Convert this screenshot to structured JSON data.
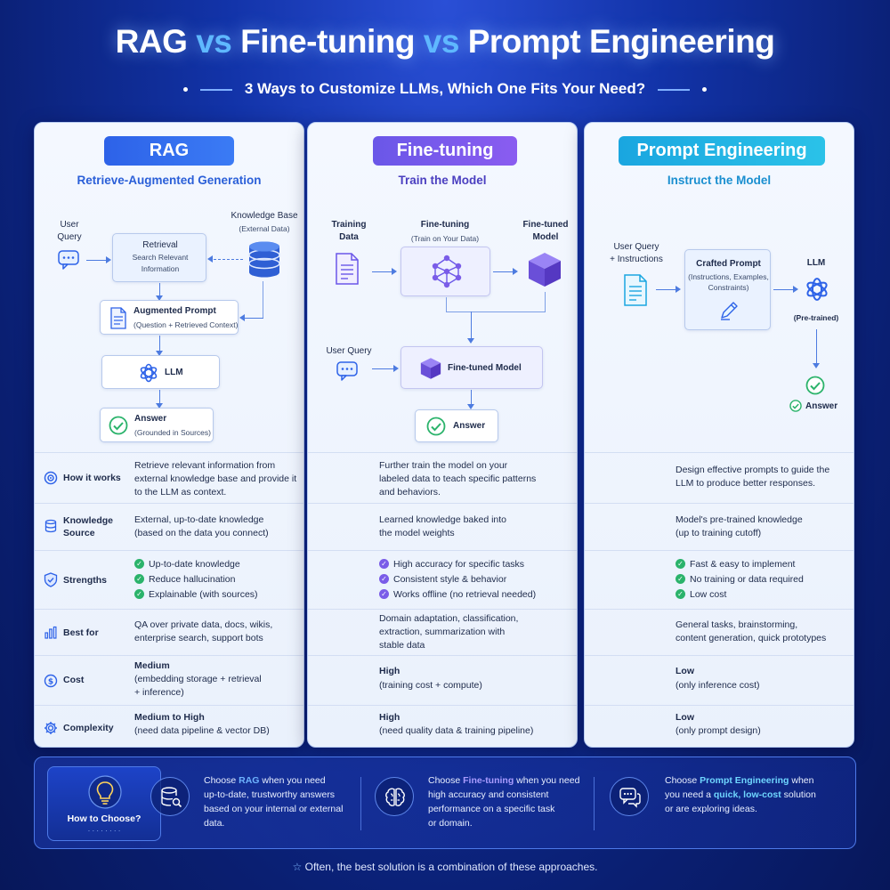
{
  "header": {
    "title_part1": "RAG",
    "title_vs1": "vs",
    "title_part2": "Fine-tuning",
    "title_vs2": "vs",
    "title_part3": "Prompt Engineering",
    "subtitle": "3 Ways to Customize LLMs, Which One Fits Your Need?"
  },
  "rag": {
    "pill": "RAG",
    "subtitle": "Retrieve-Augmented Generation",
    "user_query": "User\nQuery",
    "kb_title": "Knowledge Base",
    "kb_sub": "(External Data)",
    "retrieval_title": "Retrieval",
    "retrieval_sub": "Search Relevant\nInformation",
    "aug_title": "Augmented Prompt",
    "aug_sub": "(Question + Retrieved Context)",
    "llm": "LLM",
    "answer_title": "Answer",
    "answer_sub": "(Grounded in Sources)"
  },
  "ft": {
    "pill": "Fine-tuning",
    "subtitle": "Train the Model",
    "training_data": "Training\nData",
    "ft_title": "Fine-tuning",
    "ft_sub": "(Train on Your Data)",
    "ftm_label": "Fine-tuned\nModel",
    "user_query": "User Query",
    "ft_model_box": "Fine-tuned Model",
    "answer": "Answer"
  },
  "pe": {
    "pill": "Prompt Engineering",
    "subtitle": "Instruct the Model",
    "user_query": "User Query\n+ Instructions",
    "crafted_title": "Crafted Prompt",
    "crafted_sub": "(Instructions, Examples,\nConstraints)",
    "llm": "LLM",
    "llm_sub": "(Pre-trained)",
    "answer": "Answer"
  },
  "rows": {
    "labels": [
      "How it works",
      "Knowledge\nSource",
      "Strengths",
      "Best for",
      "Cost",
      "Complexity"
    ],
    "rag": {
      "how": "Retrieve relevant information from\nexternal knowledge base and provide it\nto the LLM as context.",
      "knowledge": "External, up-to-date knowledge\n(based on the data you connect)",
      "strengths": [
        "Up-to-date knowledge",
        "Reduce hallucination",
        "Explainable (with sources)"
      ],
      "best": "QA over private data, docs, wikis,\nenterprise search, support bots",
      "cost_title": "Medium",
      "cost_sub": "(embedding storage + retrieval\n+ inference)",
      "complexity_title": "Medium to High",
      "complexity_sub": "(need data pipeline & vector DB)"
    },
    "ft": {
      "how": "Further train the model on your\nlabeled data to teach specific patterns\nand behaviors.",
      "knowledge": "Learned knowledge baked into\nthe model weights",
      "strengths": [
        "High accuracy for specific tasks",
        "Consistent style & behavior",
        "Works offline (no retrieval needed)"
      ],
      "best": "Domain adaptation, classification,\nextraction, summarization with\nstable data",
      "cost_title": "High",
      "cost_sub": "(training cost + compute)",
      "complexity_title": "High",
      "complexity_sub": "(need quality data & training pipeline)"
    },
    "pe": {
      "how": "Design effective prompts to guide the\nLLM to produce better responses.",
      "knowledge": "Model's pre-trained knowledge\n(up to training cutoff)",
      "strengths": [
        "Fast & easy to implement",
        "No training or data required",
        "Low cost"
      ],
      "best": "General tasks, brainstorming,\ncontent generation, quick prototypes",
      "cost_title": "Low",
      "cost_sub": "(only inference cost)",
      "complexity_title": "Low",
      "complexity_sub": "(only prompt design)"
    }
  },
  "bottom": {
    "how_to_choose": "How to Choose?",
    "rag_pre": "Choose ",
    "rag_hl": "RAG",
    "rag_post": " when you need\nup-to-date, trustworthy answers\nbased on your internal or external\ndata.",
    "ft_pre": "Choose ",
    "ft_hl": "Fine-tuning",
    "ft_post": " when you need\nhigh accuracy and consistent\nperformance on a specific task\nor domain.",
    "pe_pre": "Choose ",
    "pe_hl": "Prompt Engineering",
    "pe_post1": " when\nyou need a ",
    "pe_hl2": "quick, low-cost",
    "pe_post2": " solution\nor are exploring ideas."
  },
  "footer": "Often, the best solution is a combination of these approaches.",
  "colors": {
    "rag_accent": "#2d62e8",
    "ft_accent": "#7a5ce8",
    "pe_accent": "#1aa6e0",
    "check_green": "#2bb36b"
  }
}
